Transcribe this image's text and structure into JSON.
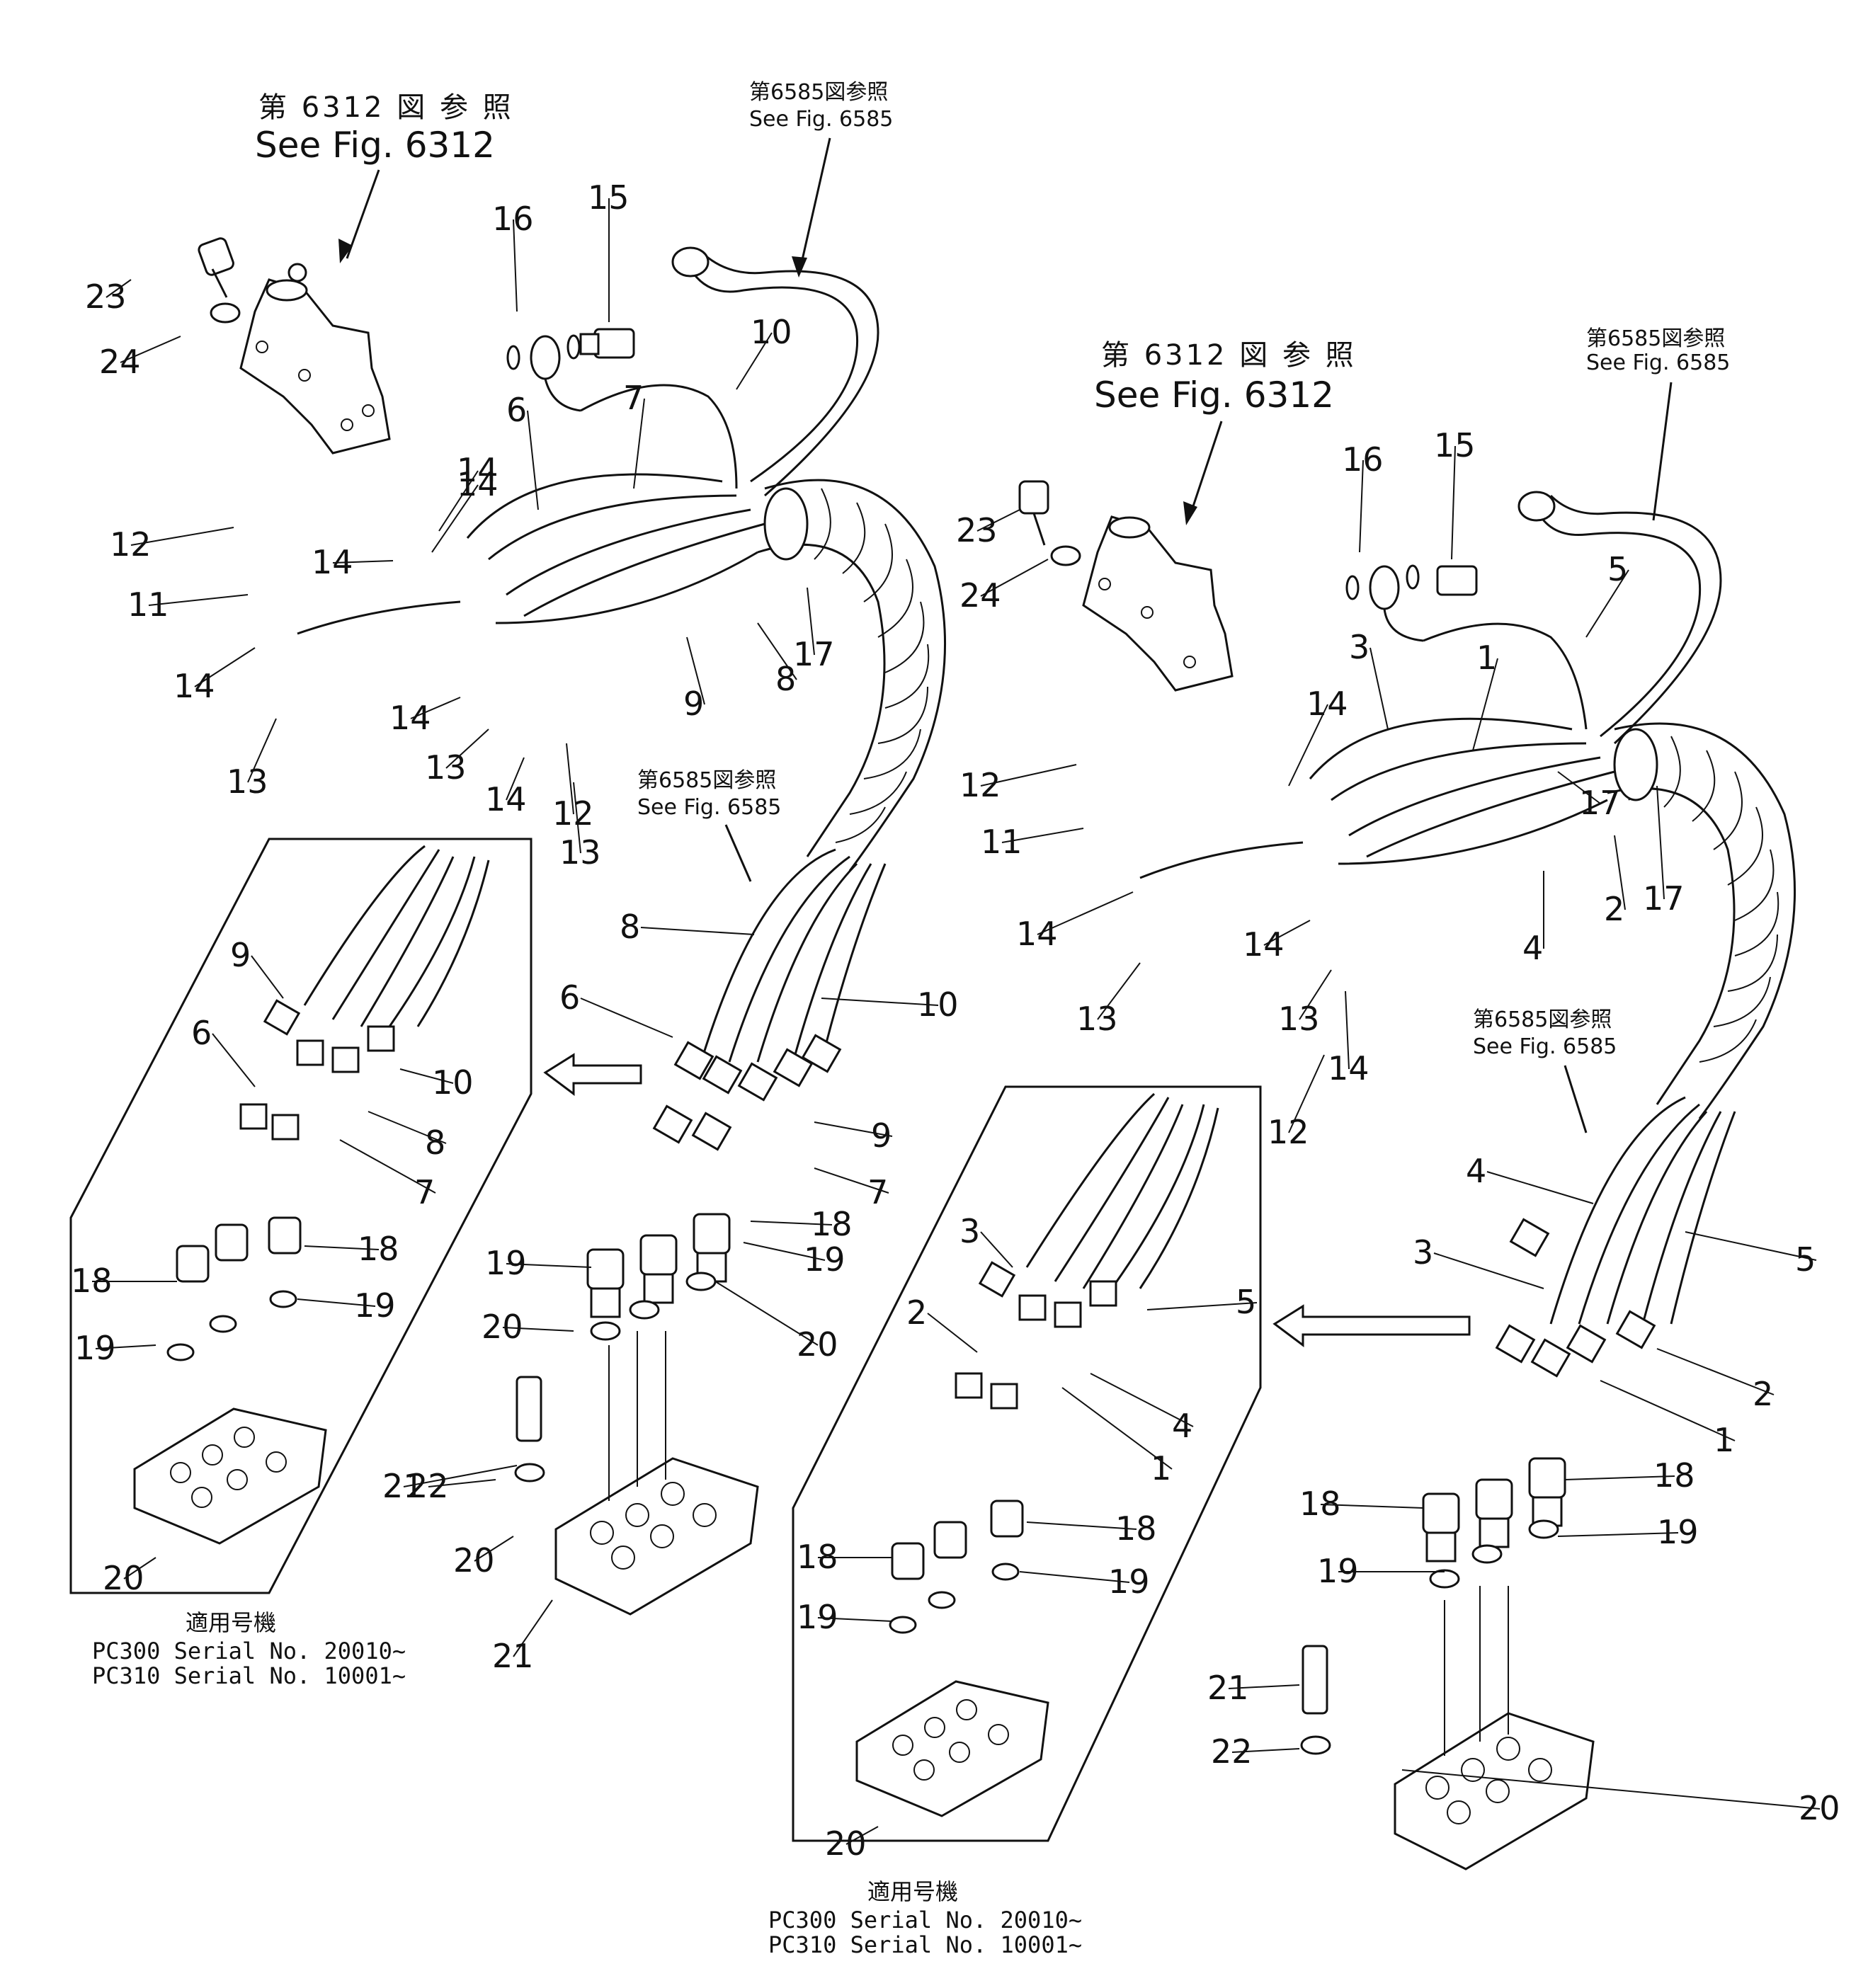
{
  "refs": {
    "fig6312_jp": "第 6312 図 参 照",
    "fig6312_en": "See Fig. 6312",
    "fig6585_jp": "第6585図参照",
    "fig6585_en": "See Fig. 6585"
  },
  "serials": {
    "heading": "適用号機",
    "line1": "PC300 Serial No. 20010~",
    "line2": "PC310 Serial No. 10001~"
  },
  "part_numbers": [
    "1",
    "2",
    "3",
    "4",
    "5",
    "6",
    "7",
    "8",
    "9",
    "10",
    "11",
    "12",
    "13",
    "14",
    "15",
    "16",
    "17",
    "18",
    "19",
    "20",
    "21",
    "22",
    "23",
    "24"
  ]
}
